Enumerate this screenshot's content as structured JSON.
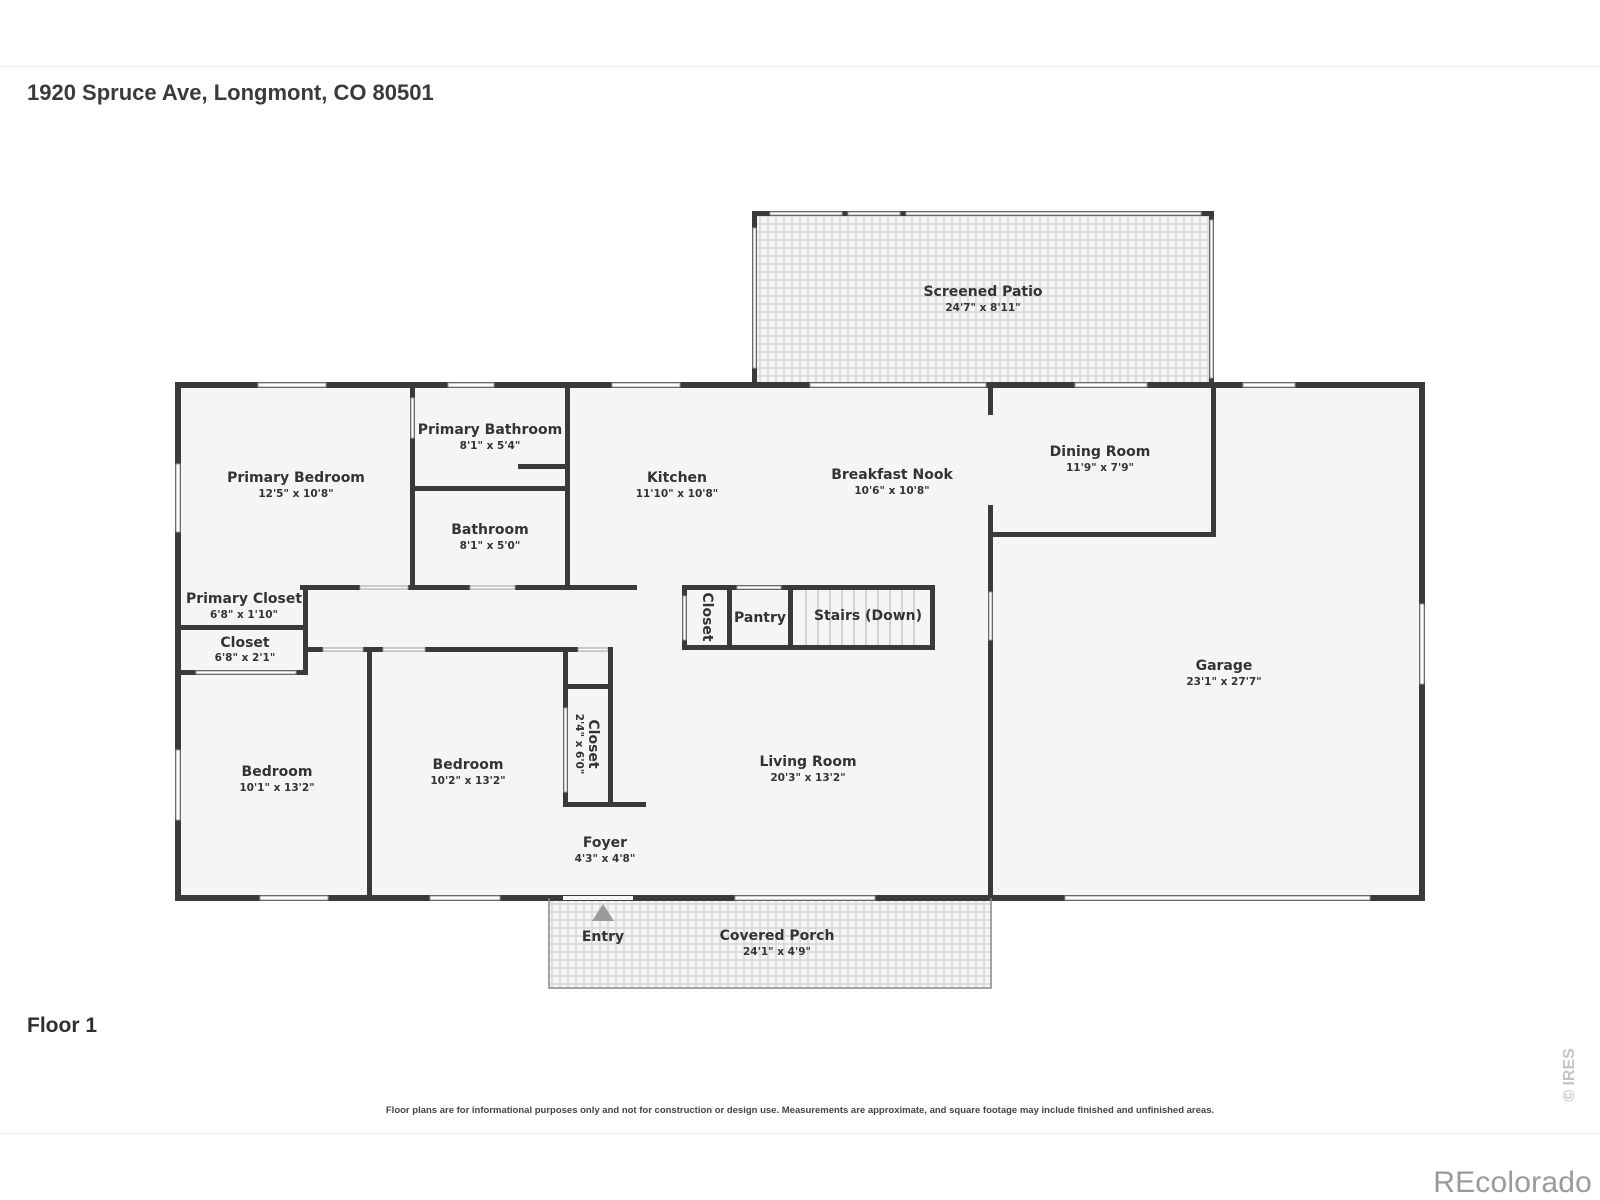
{
  "address": "1920 Spruce Ave, Longmont, CO 80501",
  "floor_label": "Floor 1",
  "disclaimer": "Floor plans are for informational purposes only and not for construction or design use. Measurements are approximate, and square footage may include finished and unfinished areas.",
  "watermark": "© IRES",
  "brand": "REcolorado",
  "rooms": {
    "screened_patio": {
      "name": "Screened Patio",
      "dim": "24'7\" x 8'11\""
    },
    "primary_bathroom": {
      "name": "Primary Bathroom",
      "dim": "8'1\" x 5'4\""
    },
    "primary_bedroom": {
      "name": "Primary Bedroom",
      "dim": "12'5\" x 10'8\""
    },
    "bathroom": {
      "name": "Bathroom",
      "dim": "8'1\" x 5'0\""
    },
    "kitchen": {
      "name": "Kitchen",
      "dim": "11'10\" x 10'8\""
    },
    "breakfast_nook": {
      "name": "Breakfast Nook",
      "dim": "10'6\" x 10'8\""
    },
    "dining_room": {
      "name": "Dining Room",
      "dim": "11'9\" x 7'9\""
    },
    "primary_closet": {
      "name": "Primary Closet",
      "dim": "6'8\" x 1'10\""
    },
    "closet_1": {
      "name": "Closet",
      "dim": "6'8\" x 2'1\""
    },
    "closet_small": {
      "name": "Closet"
    },
    "pantry": {
      "name": "Pantry"
    },
    "stairs": {
      "name": "Stairs (Down)"
    },
    "garage": {
      "name": "Garage",
      "dim": "23'1\" x 27'7\""
    },
    "bedroom_1": {
      "name": "Bedroom",
      "dim": "10'1\" x 13'2\""
    },
    "bedroom_2": {
      "name": "Bedroom",
      "dim": "10'2\" x 13'2\""
    },
    "closet_2": {
      "name": "Closet",
      "dim": "2'4\" x 6'0\""
    },
    "living_room": {
      "name": "Living Room",
      "dim": "20'3\" x 13'2\""
    },
    "foyer": {
      "name": "Foyer",
      "dim": "4'3\" x 4'8\""
    },
    "entry": {
      "name": "Entry"
    },
    "covered_porch": {
      "name": "Covered Porch",
      "dim": "24'1\" x 4'9\""
    }
  }
}
